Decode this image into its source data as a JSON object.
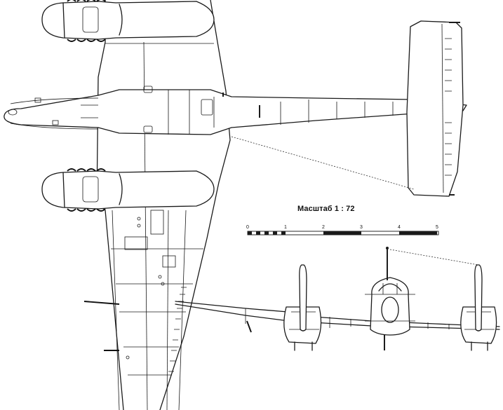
{
  "scale": {
    "title": "Масштаб 1 : 72",
    "ticks": [
      "0",
      "1",
      "2",
      "3",
      "4",
      "5"
    ]
  }
}
